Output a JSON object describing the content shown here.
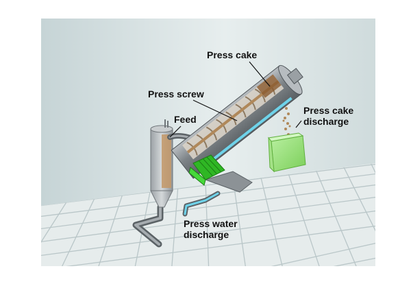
{
  "labels": {
    "press_cake": "Press cake",
    "press_screw": "Press screw",
    "feed": "Feed",
    "press_cake_discharge": {
      "line1": "Press cake",
      "line2": "discharge"
    },
    "press_water_discharge": {
      "line1": "Press water",
      "line2": "discharge"
    }
  },
  "colors": {
    "background_wall": "#cfdcdd",
    "floor": "#e4ebeb",
    "grid": "#b7c4c6",
    "drum": "#8a8f93",
    "motor": "#39c82e",
    "bin": "#9ade78",
    "cake": "#b0885a",
    "water": "#6ed3ea"
  }
}
